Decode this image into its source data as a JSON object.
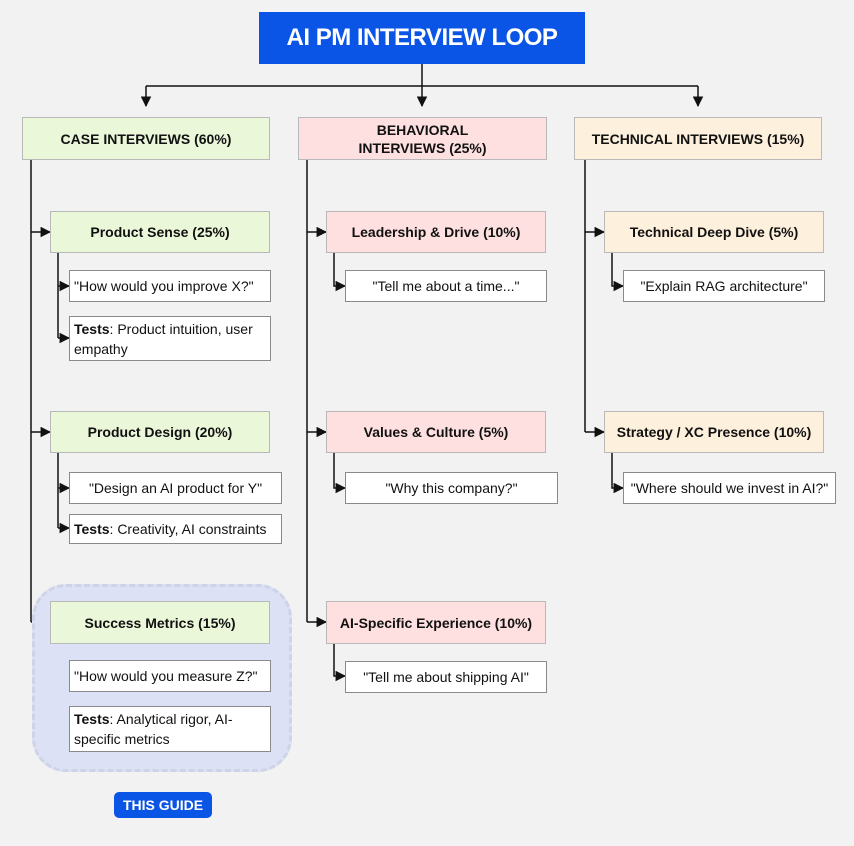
{
  "title": "AI PM INTERVIEW LOOP",
  "columns": [
    {
      "label": "CASE INTERVIEWS (60%)",
      "color": "#eaf7d9",
      "topics": [
        {
          "label": "Product Sense (25%)",
          "question": "\"How would you improve X?\"",
          "tests_label": "Tests",
          "tests_text": ": Product intuition, user empathy"
        },
        {
          "label": "Product Design (20%)",
          "question": "\"Design an AI product for Y\"",
          "tests_label": "Tests",
          "tests_text": ": Creativity, AI constraints"
        },
        {
          "label": "Success Metrics (15%)",
          "question": "\"How would you measure Z?\"",
          "tests_label": "Tests",
          "tests_text": ": Analytical rigor, AI-specific metrics"
        }
      ]
    },
    {
      "label": "BEHAVIORAL INTERVIEWS (25%)",
      "color": "#fde0df",
      "topics": [
        {
          "label": "Leadership & Drive (10%)",
          "question": "\"Tell me about a time...\""
        },
        {
          "label": "Values & Culture (5%)",
          "question": "\"Why this company?\""
        },
        {
          "label": "AI-Specific Experience (10%)",
          "question": "\"Tell me about shipping AI\""
        }
      ]
    },
    {
      "label": "TECHNICAL INTERVIEWS (15%)",
      "color": "#fdf0dc",
      "topics": [
        {
          "label": "Technical Deep Dive (5%)",
          "question": "\"Explain RAG architecture\""
        },
        {
          "label": "Strategy / XC Presence (10%)",
          "question": "\"Where should we invest in AI?\""
        }
      ]
    }
  ],
  "highlight_badge": "THIS GUIDE",
  "accent": "#0b55e6"
}
